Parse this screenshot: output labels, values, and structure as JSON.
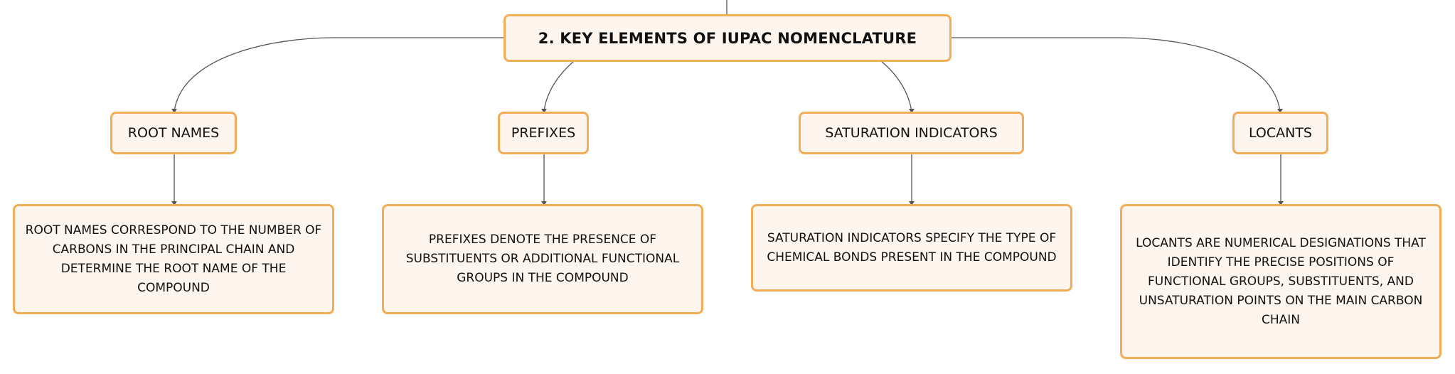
{
  "diagram": {
    "title": "2. KEY ELEMENTS OF IUPAC NOMENCLATURE",
    "branches": [
      {
        "label": "ROOT NAMES",
        "description": "ROOT NAMES CORRESPOND TO THE NUMBER OF CARBONS IN THE PRINCIPAL CHAIN AND DETERMINE THE ROOT NAME OF THE COMPOUND"
      },
      {
        "label": "PREFIXES",
        "description": "PREFIXES DENOTE THE PRESENCE OF SUBSTITUENTS OR ADDITIONAL FUNCTIONAL GROUPS IN THE COMPOUND"
      },
      {
        "label": "SATURATION INDICATORS",
        "description": "SATURATION INDICATORS SPECIFY THE TYPE OF CHEMICAL BONDS PRESENT IN THE COMPOUND"
      },
      {
        "label": "LOCANTS",
        "description": "LOCANTS ARE NUMERICAL DESIGNATIONS THAT IDENTIFY THE PRECISE POSITIONS OF FUNCTIONAL GROUPS, SUBSTITUENTS, AND UNSATURATION POINTS ON THE MAIN CARBON CHAIN"
      }
    ],
    "colors": {
      "node_border": "#f3ad56",
      "node_fill": "#fef5ee",
      "connector": "#555555"
    }
  }
}
